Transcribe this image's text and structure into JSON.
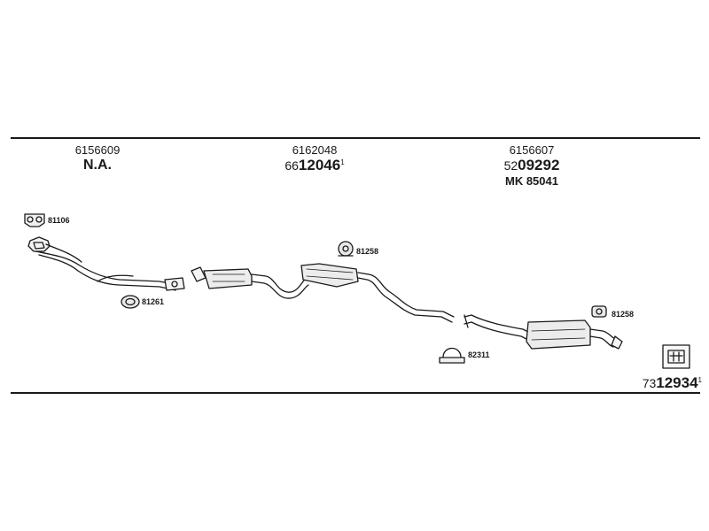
{
  "columns": [
    {
      "oem": "6156609",
      "main": "N.A."
    },
    {
      "oem": "6162048",
      "prefix": "66",
      "number": "12046",
      "suffix": "1"
    },
    {
      "oem": "6156607",
      "prefix": "52",
      "number": "09292",
      "extra": "MK  85041"
    }
  ],
  "part_labels": {
    "clamp_front_top": "81106",
    "mount_front_bottom": "81261",
    "mount_middle": "81258",
    "clamp_rear_center": "82311",
    "mount_rear": "81258"
  },
  "reference": {
    "prefix": "73",
    "number": "12934",
    "suffix": "1"
  },
  "icons": [
    "kit-box-icon"
  ]
}
